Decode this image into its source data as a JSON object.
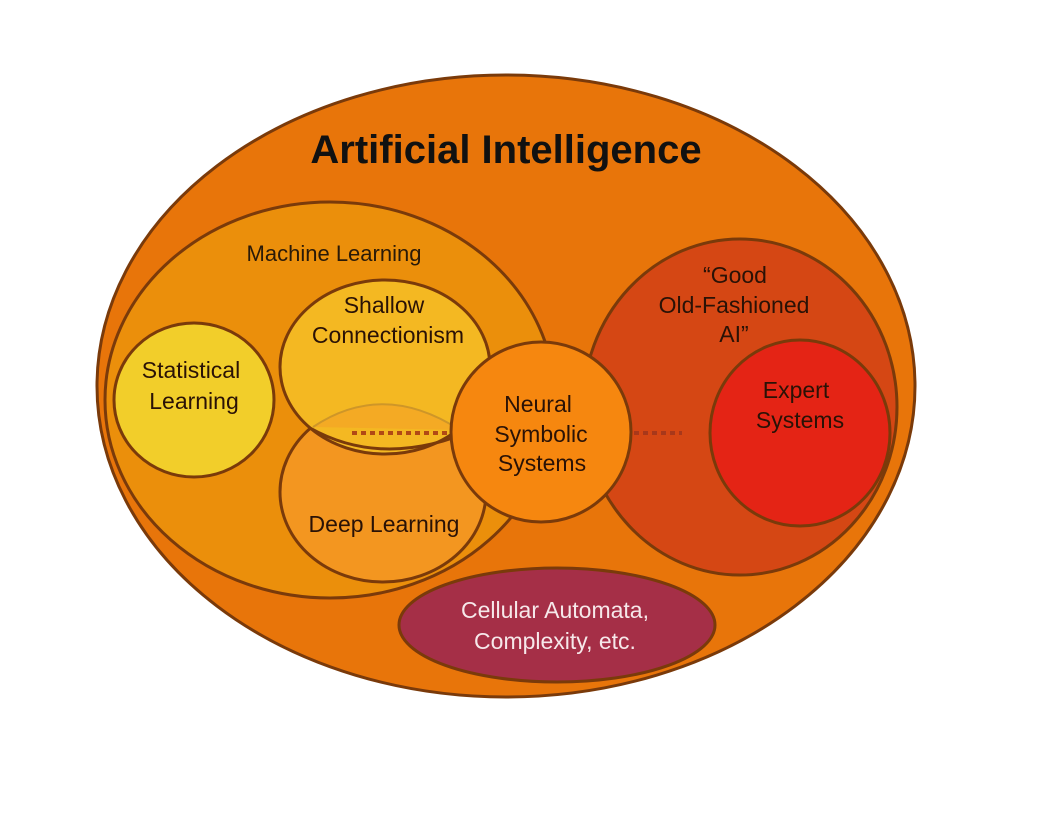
{
  "diagram": {
    "title": "Artificial Intelligence",
    "colors": {
      "ai": "#E8750A",
      "machine_learning": "#EB8F0B",
      "statistical_learning": "#F2CE2A",
      "shallow_connectionism": "#F4B822",
      "deep_learning": "#F39620",
      "neural_symbolic": "#F6870F",
      "gofai": "#D54714",
      "expert_systems": "#E42415",
      "cellular": "#A52F47",
      "outline": "#7A3A0A",
      "connector": "#B14A15"
    },
    "regions": {
      "machine_learning": {
        "label": "Machine Learning"
      },
      "statistical_learning": {
        "line1": "Statistical",
        "line2": "Learning"
      },
      "shallow_connectionism": {
        "line1": "Shallow",
        "line2": "Connectionism"
      },
      "deep_learning": {
        "label": "Deep Learning"
      },
      "neural_symbolic": {
        "line1": "Neural",
        "line2": "Symbolic",
        "line3": "Systems"
      },
      "gofai": {
        "line1": "“Good",
        "line2": "Old-Fashioned",
        "line3": "AI”"
      },
      "expert_systems": {
        "line1": "Expert",
        "line2": "Systems"
      },
      "cellular": {
        "line1": "Cellular Automata,",
        "line2": "Complexity, etc."
      }
    }
  }
}
